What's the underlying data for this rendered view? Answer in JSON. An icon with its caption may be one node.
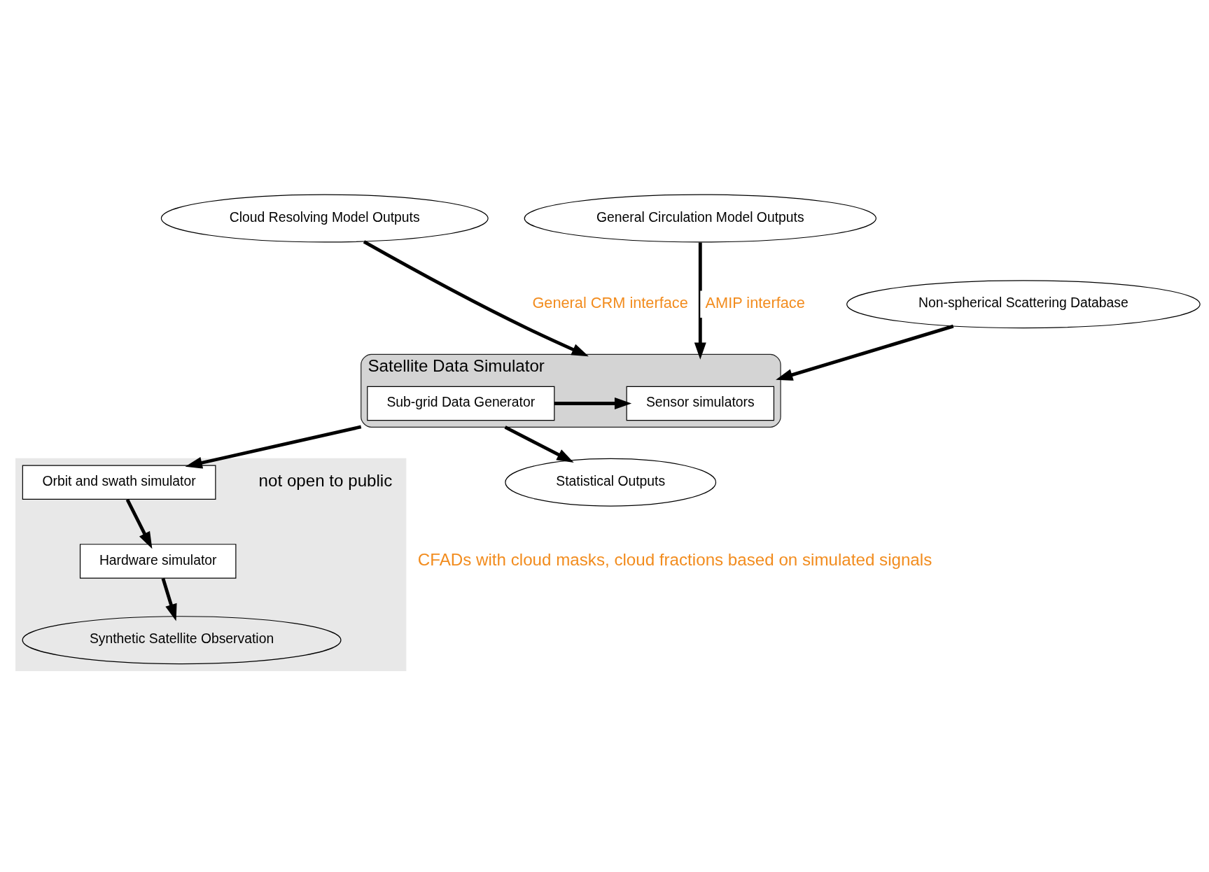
{
  "diagram": {
    "nodes": [
      {
        "text": [
          "Cloud Resolving Model Outputs"
        ]
      },
      {
        "text": [
          "General Circulation Model Outputs"
        ]
      },
      {
        "text": [
          "Non-spherical Scattering Database"
        ]
      },
      {
        "text": [
          "Satellite Data Simulator"
        ]
      },
      {
        "text": [
          "Sensor simulators"
        ],
        "in": 3
      },
      {
        "text": [
          "Sub-grid Data Generator"
        ],
        "in": 3
      },
      {
        "text": [],
        "shape": "box",
        "beside": [
          "not open to public"
        ]
      },
      {
        "text": [
          "Orbit and swath simulator"
        ],
        "in": 6
      },
      {
        "text": [
          "Hardware simulator"
        ],
        "in": 6
      },
      {
        "text": [
          "Synthetic Satellite Observation"
        ],
        "in": 6
      },
      {
        "text": [
          "Statistical Outputs"
        ],
        "beside": [
          "CFADs with cloud masks, cloud fractions based on simulated signals"
        ]
      }
    ],
    "edges": [
      {
        "from": 0,
        "to": 3,
        "arrow": "to",
        "label": "General CRM interface"
      },
      {
        "from": 1,
        "to": 3,
        "arrow": "to",
        "label": "AMIP interface"
      },
      {
        "from": 2,
        "to": 3,
        "arrow": "to"
      },
      {
        "from": 5,
        "to": 4,
        "arrow": "to"
      },
      {
        "from": 3,
        "to": 7,
        "arrow": "to"
      },
      {
        "from": 3,
        "to": 10,
        "arrow": "to"
      },
      {
        "from": 7,
        "to": 8,
        "arrow": "to"
      },
      {
        "from": 8,
        "to": 9,
        "arrow": "to"
      }
    ]
  }
}
